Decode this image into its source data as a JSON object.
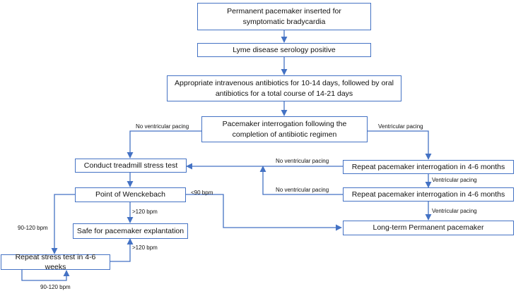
{
  "nodes": {
    "pacemaker_inserted": "Permanent pacemaker inserted for symptomatic bradycardia",
    "lyme_positive": "Lyme disease serology positive",
    "antibiotics": "Appropriate intravenous antibiotics for 10-14 days, followed by oral antibiotics for a total course of 14-21 days",
    "interrogation": "Pacemaker interrogation following the completion of antibiotic regimen",
    "treadmill": "Conduct treadmill stress test",
    "repeat_interrogation_1": "Repeat pacemaker interrogation in 4-6 months",
    "wenckebach": "Point of Wenckebach",
    "repeat_interrogation_2": "Repeat pacemaker interrogation in 4-6 months",
    "safe_explant": "Safe for pacemaker explantation",
    "long_term": "Long-term Permanent pacemaker",
    "repeat_stress": "Repeat stress test in 4-6 weeks"
  },
  "edge_labels": {
    "no_vp_left": "No ventricular pacing",
    "vp_right": "Ventricular pacing",
    "no_vp_rep1": "No ventricular pacing",
    "vp_rep1": "Ventricular pacing",
    "no_vp_rep2": "No ventricular pacing",
    "vp_rep2": "Ventricular pacing",
    "lt90": "<90 bpm",
    "gt120_a": ">120 bpm",
    "r90_120_a": "90-120 bpm",
    "gt120_b": ">120 bpm",
    "r90_120_b": "90-120 bpm"
  }
}
